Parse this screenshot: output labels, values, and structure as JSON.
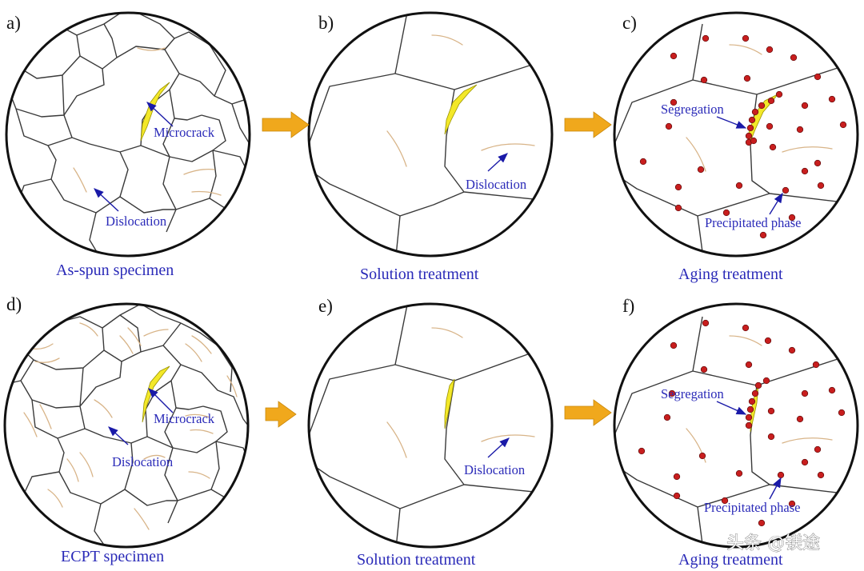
{
  "colors": {
    "arrow": "#f0a81c",
    "crack": "#f3e829",
    "precipitate": "#c81e1e",
    "annotation": "#2a2ab8",
    "dislocation": "#d8b488"
  },
  "panels": [
    {
      "letter": "a)",
      "caption": "As-spun specimen",
      "labels": {
        "microcrack": "Microcrack",
        "dislocation": "Dislocation"
      }
    },
    {
      "letter": "b)",
      "caption": "Solution treatment",
      "labels": {
        "dislocation": "Dislocation"
      }
    },
    {
      "letter": "c)",
      "caption": "Aging treatment",
      "labels": {
        "segregation": "Segregation",
        "precipitated": "Precipitated phase"
      }
    },
    {
      "letter": "d)",
      "caption": "ECPT specimen",
      "labels": {
        "microcrack": "Microcrack",
        "dislocation": "Dislocation"
      }
    },
    {
      "letter": "e)",
      "caption": "Solution treatment",
      "labels": {
        "dislocation": "Dislocation"
      }
    },
    {
      "letter": "f)",
      "caption": "Aging treatment",
      "labels": {
        "segregation": "Segregation",
        "precipitated": "Precipitated phase"
      }
    }
  ],
  "watermark": "头条 @镁途"
}
